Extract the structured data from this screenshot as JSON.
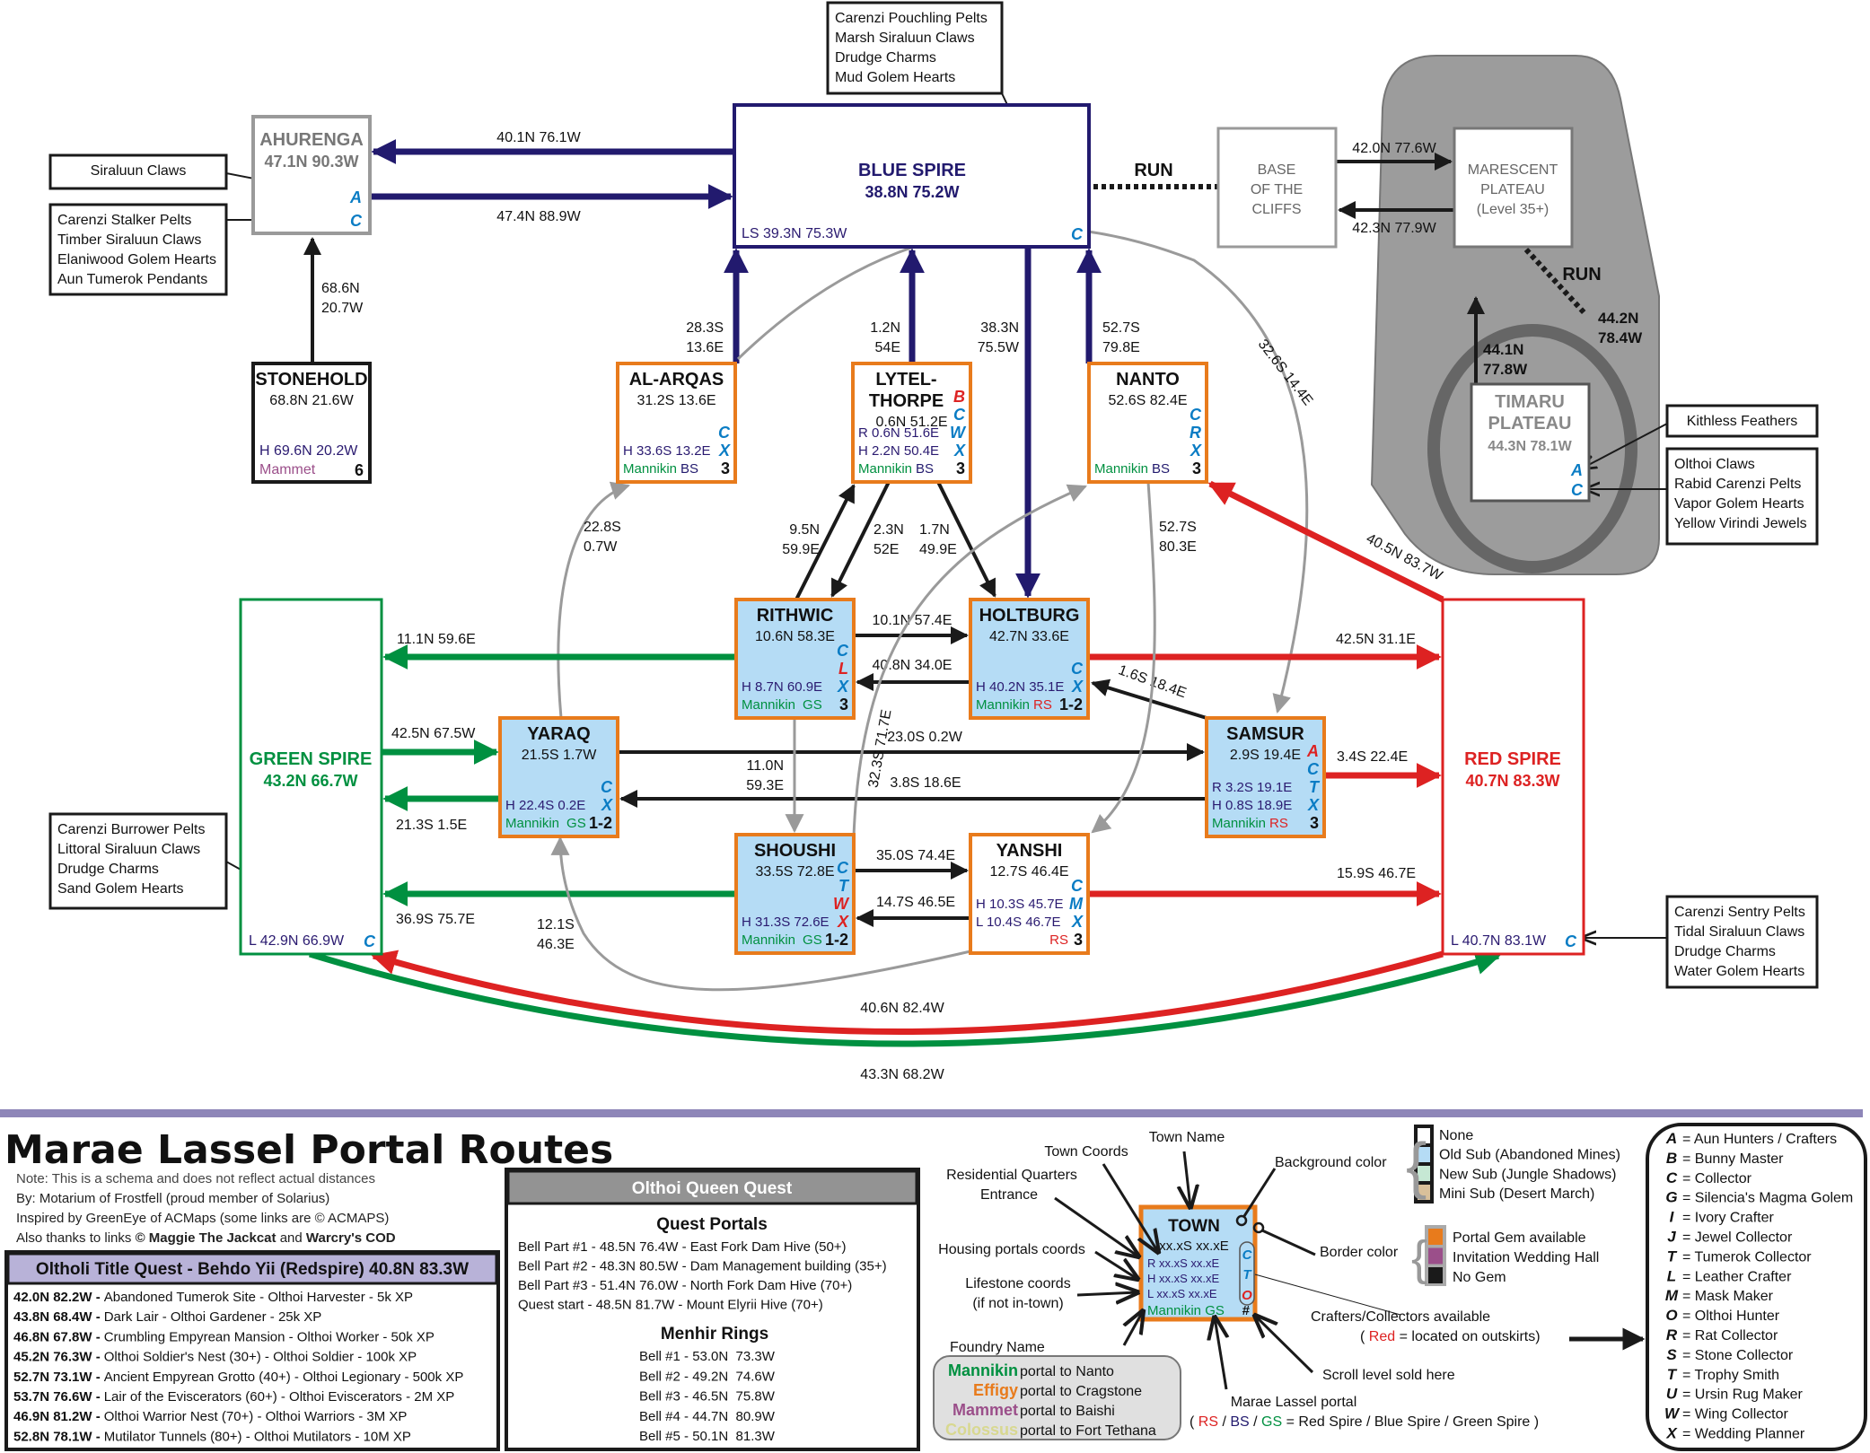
{
  "colors": {
    "navy": "#221a6e",
    "green": "#009040",
    "red": "#dd2222",
    "black": "#1a1a1a",
    "gray": "#9a9a9a",
    "orange": "#e87b1c",
    "old_sub_bg": "#b5dcf5",
    "crafter_blue": "#0a7cc4",
    "mammet": "#9b4f8a"
  },
  "spires": {
    "blue": {
      "name": "BLUE SPIRE",
      "coords": "38.8N 75.2W",
      "lifestone": "LS 39.3N 75.3W",
      "crafter": "C"
    },
    "green": {
      "name": "GREEN SPIRE",
      "coords": "43.2N 66.7W",
      "lifestone": "L 42.9N 66.9W",
      "crafter": "C"
    },
    "red": {
      "name": "RED SPIRE",
      "coords": "40.7N 83.3W",
      "lifestone": "L 40.7N 83.1W",
      "crafter": "C"
    }
  },
  "ahurenga": {
    "name": "AHURENGA",
    "coords": "47.1N 90.3W",
    "crafters": [
      "A",
      "C"
    ]
  },
  "stonehold": {
    "name": "STONEHOLD",
    "coords": "68.8N 21.6W",
    "housing": "H 69.6N 20.2W",
    "foundry": "Mammet",
    "scroll": "6"
  },
  "base_cliffs": {
    "lines": [
      "BASE",
      "OF THE",
      "CLIFFS"
    ]
  },
  "marescent": {
    "lines": [
      "MARESCENT",
      "PLATEAU",
      "(Level 35+)"
    ]
  },
  "timaru": {
    "lines": [
      "TIMARU",
      "PLATEAU"
    ],
    "coords": "44.3N 78.1W",
    "crafters": [
      "A",
      "C"
    ]
  },
  "towns": [
    {
      "name": [
        "AL-ARQAS"
      ],
      "coords": "31.2S 13.6E",
      "housing": [
        "H 33.6S 13.2E"
      ],
      "foundry": "Mannikin",
      "portal": "BS",
      "scroll": "3",
      "crafters": [
        {
          "l": "C"
        },
        {
          "l": "X"
        }
      ],
      "bg": "#ffffff"
    },
    {
      "name": [
        "LYTEL-",
        "THORPE"
      ],
      "coords": "0.6N 51.2E",
      "housing": [
        "R 0.6N 51.6E",
        "H 2.2N 50.4E"
      ],
      "foundry": "Mannikin",
      "portal": "BS",
      "scroll": "3",
      "crafters": [
        {
          "l": "B",
          "red": true
        },
        {
          "l": "C"
        },
        {
          "l": "W"
        },
        {
          "l": "X"
        }
      ],
      "bg": "#ffffff"
    },
    {
      "name": [
        "NANTO"
      ],
      "coords": "52.6S 82.4E",
      "housing": [],
      "foundry": "Mannikin",
      "portal": "BS",
      "scroll": "3",
      "crafters": [
        {
          "l": "C"
        },
        {
          "l": "R"
        },
        {
          "l": "X"
        }
      ],
      "bg": "#ffffff"
    },
    {
      "name": [
        "RITHWIC"
      ],
      "coords": "10.6N 58.3E",
      "housing": [
        "H 8.7N 60.9E"
      ],
      "foundry": "Mannikin",
      "portal": "GS",
      "scroll": "3",
      "crafters": [
        {
          "l": "C"
        },
        {
          "l": "L",
          "red": true
        },
        {
          "l": "X"
        }
      ],
      "bg": "#b5dcf5"
    },
    {
      "name": [
        "HOLTBURG"
      ],
      "coords": "42.7N 33.6E",
      "housing": [
        "H 40.2N 35.1E"
      ],
      "foundry": "Mannikin",
      "portal": "RS",
      "scroll": "1-2",
      "crafters": [
        {
          "l": "C"
        },
        {
          "l": "X"
        }
      ],
      "bg": "#b5dcf5"
    },
    {
      "name": [
        "YARAQ"
      ],
      "coords": "21.5S 1.7W",
      "housing": [
        "H 22.4S 0.2E"
      ],
      "foundry": "Mannikin",
      "portal": "GS",
      "scroll": "1-2",
      "crafters": [
        {
          "l": "C"
        },
        {
          "l": "X"
        }
      ],
      "bg": "#b5dcf5"
    },
    {
      "name": [
        "SAMSUR"
      ],
      "coords": "2.9S 19.4E",
      "housing": [
        "R 3.2S 19.1E",
        "H 0.8S 18.9E"
      ],
      "foundry": "Mannikin",
      "portal": "RS",
      "scroll": "3",
      "crafters": [
        {
          "l": "A",
          "red": true
        },
        {
          "l": "C"
        },
        {
          "l": "T"
        },
        {
          "l": "X"
        }
      ],
      "bg": "#b5dcf5"
    },
    {
      "name": [
        "SHOUSHI"
      ],
      "coords": "33.5S 72.8E",
      "housing": [
        "H 31.3S 72.6E"
      ],
      "foundry": "Mannikin",
      "portal": "GS",
      "scroll": "1-2",
      "crafters": [
        {
          "l": "C"
        },
        {
          "l": "T"
        },
        {
          "l": "W",
          "red": true
        },
        {
          "l": "X",
          "red": true
        }
      ],
      "bg": "#b5dcf5"
    },
    {
      "name": [
        "YANSHI"
      ],
      "coords": "12.7S 46.4E",
      "housing": [
        "H 10.3S 45.7E",
        "L 10.4S 46.7E"
      ],
      "foundry": "",
      "portal": "RS",
      "scroll": "3",
      "crafters": [
        {
          "l": "C"
        },
        {
          "l": "M"
        },
        {
          "l": "X"
        }
      ],
      "bg": "#ffffff"
    }
  ],
  "routes": [
    {
      "label": "40.1N 76.1W",
      "color": "navy"
    },
    {
      "label": "47.4N 88.9W",
      "color": "navy"
    },
    {
      "label": "68.6N 20.7W",
      "color": "black"
    },
    {
      "label": "28.3S 13.6E",
      "color": "navy"
    },
    {
      "label": "1.2N 54E",
      "color": "navy"
    },
    {
      "label": "38.3N 75.5W",
      "color": "navy"
    },
    {
      "label": "52.7S 79.8E",
      "color": "navy"
    },
    {
      "label": "RUN",
      "color": "black",
      "style": "run"
    },
    {
      "label": "42.0N 77.6W",
      "color": "black"
    },
    {
      "label": "42.3N 77.9W",
      "color": "black"
    },
    {
      "label": "RUN",
      "color": "black",
      "style": "run"
    },
    {
      "label": "44.1N 77.8W",
      "color": "black"
    },
    {
      "label": "44.2N 78.4W",
      "color": "none"
    },
    {
      "label": "32.6S 14.4E",
      "color": "gray"
    },
    {
      "label": "22.8S 0.7W",
      "color": "gray"
    },
    {
      "label": "9.5N 59.9E",
      "color": "black"
    },
    {
      "label": "2.3N 52E",
      "color": "black"
    },
    {
      "label": "1.7N 49.9E",
      "color": "black"
    },
    {
      "label": "10.1N 57.4E",
      "color": "black"
    },
    {
      "label": "40.8N 34.0E",
      "color": "black"
    },
    {
      "label": "11.1N 59.6E",
      "color": "green"
    },
    {
      "label": "42.5N 31.1E",
      "color": "red"
    },
    {
      "label": "1.6S 18.4E",
      "color": "black"
    },
    {
      "label": "42.5N 67.5W",
      "color": "green"
    },
    {
      "label": "21.3S 1.5E",
      "color": "green"
    },
    {
      "label": "23.0S 0.2W",
      "color": "black"
    },
    {
      "label": "3.8S 18.6E",
      "color": "black"
    },
    {
      "label": "3.4S 22.4E",
      "color": "red"
    },
    {
      "label": "11.0N 59.3E",
      "color": "gray"
    },
    {
      "label": "32.3S 71.7E",
      "color": "gray"
    },
    {
      "label": "52.7S 80.3E",
      "color": "gray"
    },
    {
      "label": "35.0S 74.4E",
      "color": "black"
    },
    {
      "label": "14.7S 46.5E",
      "color": "black"
    },
    {
      "label": "36.9S 75.7E",
      "color": "green"
    },
    {
      "label": "15.9S 46.7E",
      "color": "red"
    },
    {
      "label": "12.1S 46.3E",
      "color": "gray"
    },
    {
      "label": "40.5N 83.7W",
      "color": "red"
    },
    {
      "label": "40.6N 82.4W",
      "color": "red"
    },
    {
      "label": "43.3N 68.2W",
      "color": "green"
    }
  ],
  "item_boxes": [
    {
      "items": [
        "Siraluun Claws"
      ]
    },
    {
      "items": [
        "Carenzi Stalker Pelts",
        "Timber Siraluun Claws",
        "Elaniwood Golem Hearts",
        "Aun Tumerok Pendants"
      ]
    },
    {
      "items": [
        "Carenzi Pouchling Pelts",
        "Marsh Siraluun Claws",
        "Drudge Charms",
        "Mud Golem Hearts"
      ]
    },
    {
      "items": [
        "Kithless Feathers"
      ]
    },
    {
      "items": [
        "Olthoi Claws",
        "Rabid Carenzi Pelts",
        "Vapor Golem Hearts",
        "Yellow Virindi Jewels"
      ]
    },
    {
      "items": [
        "Carenzi Burrower Pelts",
        "Littoral Siraluun Claws",
        "Drudge Charms",
        "Sand Golem Hearts"
      ]
    },
    {
      "items": [
        "Carenzi Sentry Pelts",
        "Tidal Siraluun Claws",
        "Drudge Charms",
        "Water Golem Hearts"
      ]
    }
  ],
  "footer": {
    "title": "Marae Lassel Portal Routes",
    "notes": {
      "note": "Note: This is a schema and does not reflect actual distances",
      "by": "By: Motarium of Frostfell (proud member of Solarius)",
      "inspired": "Inspired by GreenEye of ACMaps (some links are © ACMAPS)",
      "thanks_prefix": "Also thanks to links",
      "thanks_a": "© Maggie The Jackcat",
      "thanks_and": "and",
      "thanks_b": "Warcry's COD"
    },
    "title_quest": {
      "header": "Oltholi Title Quest - Behdo Yii (Redspire) 40.8N 83.3W",
      "rows": [
        {
          "coords": "42.0N 82.2W -",
          "text": "Abandoned Tumerok Site - Olthoi Harvester - 5k XP"
        },
        {
          "coords": "43.8N 68.4W -",
          "text": "Dark Lair - Olthoi Gardener - 25k XP"
        },
        {
          "coords": "46.8N 67.8W -",
          "text": "Crumbling Empyrean Mansion - Olthoi Worker - 50k XP"
        },
        {
          "coords": "45.2N 76.3W -",
          "text": "Olthoi Soldier's Nest (30+) - Olthoi Soldier - 100k XP"
        },
        {
          "coords": "52.7N 73.1W -",
          "text": "Ancient Empyrean Grotto (40+) - Olthoi Legionary - 500k XP"
        },
        {
          "coords": "53.7N 76.6W -",
          "text": "Lair of the Eviscerators (60+) - Olthoi Eviscerators - 2M XP"
        },
        {
          "coords": "46.9N 81.2W -",
          "text": "Olthoi Warrior Nest (70+) - Olthoi Warriors - 3M XP"
        },
        {
          "coords": "52.8N 78.1W -",
          "text": "Mutilator Tunnels (80+) - Olthoi Mutilators - 10M XP"
        }
      ]
    },
    "queen_quest": {
      "header": "Olthoi Queen Quest",
      "portals_title": "Quest Portals",
      "portals": [
        "Bell Part #1 - 48.5N 76.4W - East Fork Dam Hive (50+)",
        "Bell Part #2 - 48.3N 80.5W - Dam Management building (35+)",
        "Bell Part #3 - 51.4N 76.0W - North Fork Dam Hive (70+)",
        "Quest start  - 48.5N 81.7W - Mount Elyrii Hive (70+)"
      ],
      "menhir_title": "Menhir Rings",
      "menhir": [
        "Bell #1 - 53.0N  73.3W",
        "Bell #2 - 49.2N  74.6W",
        "Bell #3 - 46.5N  75.8W",
        "Bell #4 - 44.7N  80.9W",
        "Bell #5 - 50.1N  81.3W"
      ]
    },
    "legend": {
      "town_name": "Town Name",
      "town_coords": "Town Coords",
      "res_quarters": "Residential Quarters",
      "entrance": "Entrance",
      "housing": "Housing portals coords",
      "lifestone": "Lifestone coords",
      "lifestone_sub": "(if not in-town)",
      "foundry_name": "Foundry Name",
      "background_color": "Background color",
      "border_color": "Border color",
      "crafters": "Crafters/Collectors available",
      "outskirts_red": "Red",
      "outskirts_text": "= located on outskirts)",
      "scroll": "Scroll level sold here",
      "marae_portal": "Marae Lassel portal",
      "portal_codes": {
        "rs": "RS",
        "bs": "BS",
        "gs": "GS",
        "text": "= Red Spire / Blue Spire / Green Spire )"
      },
      "sample": {
        "name": "TOWN",
        "coords": "xx.xS xx.xE",
        "r": "R xx.xS xx.xE",
        "h": "H xx.xS xx.xE",
        "l": "L xx.xS xx.xE",
        "foundry": "Mannikin",
        "portal": "GS",
        "scroll": "#",
        "crafters": [
          "C",
          "T",
          "O"
        ]
      },
      "backgrounds": [
        {
          "label": "None",
          "color": "#ffffff"
        },
        {
          "label": "Old Sub (Abandoned Mines)",
          "color": "#b5dcf5"
        },
        {
          "label": "New Sub (Jungle Shadows)",
          "color": "#c6e8d4"
        },
        {
          "label": "Mini Sub (Desert March)",
          "color": "#d9c09a"
        }
      ],
      "borders": [
        {
          "label": "Portal Gem available",
          "color": "#e87b1c"
        },
        {
          "label": "Invitation Wedding Hall",
          "color": "#9b4f8a"
        },
        {
          "label": "No Gem",
          "color": "#1a1a1a"
        }
      ],
      "foundries": [
        {
          "name": "Mannikin",
          "text": "portal to Nanto",
          "color": "#009040"
        },
        {
          "name": "Effigy",
          "text": "portal to Cragstone",
          "color": "#e87b1c"
        },
        {
          "name": "Mammet",
          "text": "portal to Baishi",
          "color": "#9b4f8a"
        },
        {
          "name": "Colossus",
          "text": "portal to Fort Tethana",
          "color": "#d8d890"
        }
      ],
      "crafter_codes": [
        {
          "k": "A",
          "v": "= Aun Hunters / Crafters"
        },
        {
          "k": "B",
          "v": "= Bunny Master"
        },
        {
          "k": "C",
          "v": "= Collector"
        },
        {
          "k": "G",
          "v": "= Silencia's Magma Golem"
        },
        {
          "k": "I",
          "v": "= Ivory Crafter"
        },
        {
          "k": "J",
          "v": "= Jewel Collector"
        },
        {
          "k": "T",
          "v": "= Tumerok Collector"
        },
        {
          "k": "L",
          "v": "= Leather Crafter"
        },
        {
          "k": "M",
          "v": "= Mask Maker"
        },
        {
          "k": "O",
          "v": "= Olthoi Hunter"
        },
        {
          "k": "R",
          "v": "= Rat Collector"
        },
        {
          "k": "S",
          "v": "= Stone Collector"
        },
        {
          "k": "T",
          "v": "= Trophy Smith"
        },
        {
          "k": "U",
          "v": "= Ursin Rug Maker"
        },
        {
          "k": "W",
          "v": "= Wing Collector"
        },
        {
          "k": "X",
          "v": "= Wedding Planner"
        }
      ]
    }
  }
}
